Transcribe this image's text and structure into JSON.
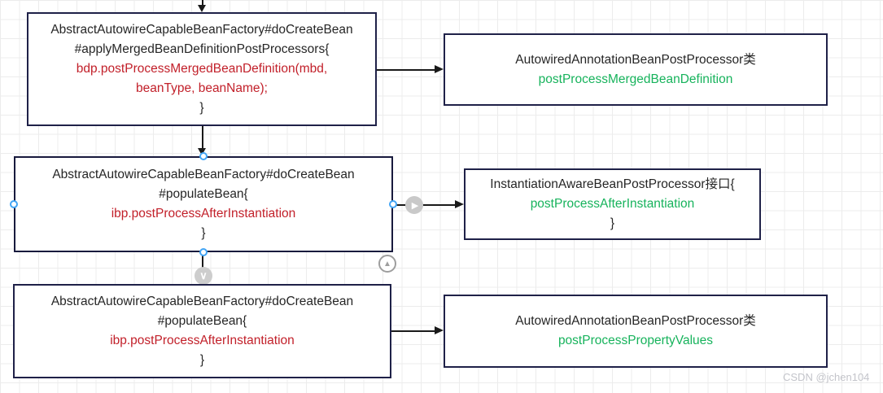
{
  "canvas": {
    "watermark": "CSDN @jchen104"
  },
  "colors": {
    "node_border": "#1f2148",
    "text_black": "#262626",
    "call_red": "#c2202a",
    "method_green": "#17b35c",
    "handle_blue": "#42a5f5",
    "connector_black": "#1a1a1a",
    "grid_gray": "#ececec",
    "button_gray": "#c9c9c9"
  },
  "icons": {
    "play": "▶",
    "collapse_up": "▲",
    "expand_down": "∨"
  },
  "nodes": {
    "apply_merged": {
      "lines": [
        "AbstractAutowireCapableBeanFactory#doCreateBean",
        "#applyMergedBeanDefinitionPostProcessors{",
        "bdp.postProcessMergedBeanDefinition(mbd,",
        "beanType, beanName);",
        "}"
      ]
    },
    "autowired_merged": {
      "lines": [
        "AutowiredAnnotationBeanPostProcessor类",
        "postProcessMergedBeanDefinition"
      ]
    },
    "populate_bean_selected": {
      "lines": [
        "AbstractAutowireCapableBeanFactory#doCreateBean",
        "#populateBean{",
        "ibp.postProcessAfterInstantiation",
        "}"
      ]
    },
    "instantiation_aware": {
      "lines": [
        "InstantiationAwareBeanPostProcessor接口{",
        "postProcessAfterInstantiation",
        "}"
      ]
    },
    "populate_bean_2": {
      "lines": [
        "AbstractAutowireCapableBeanFactory#doCreateBean",
        "#populateBean{",
        "ibp.postProcessAfterInstantiation",
        "}"
      ]
    },
    "autowired_property": {
      "lines": [
        "AutowiredAnnotationBeanPostProcessor类",
        "postProcessPropertyValues"
      ]
    }
  }
}
